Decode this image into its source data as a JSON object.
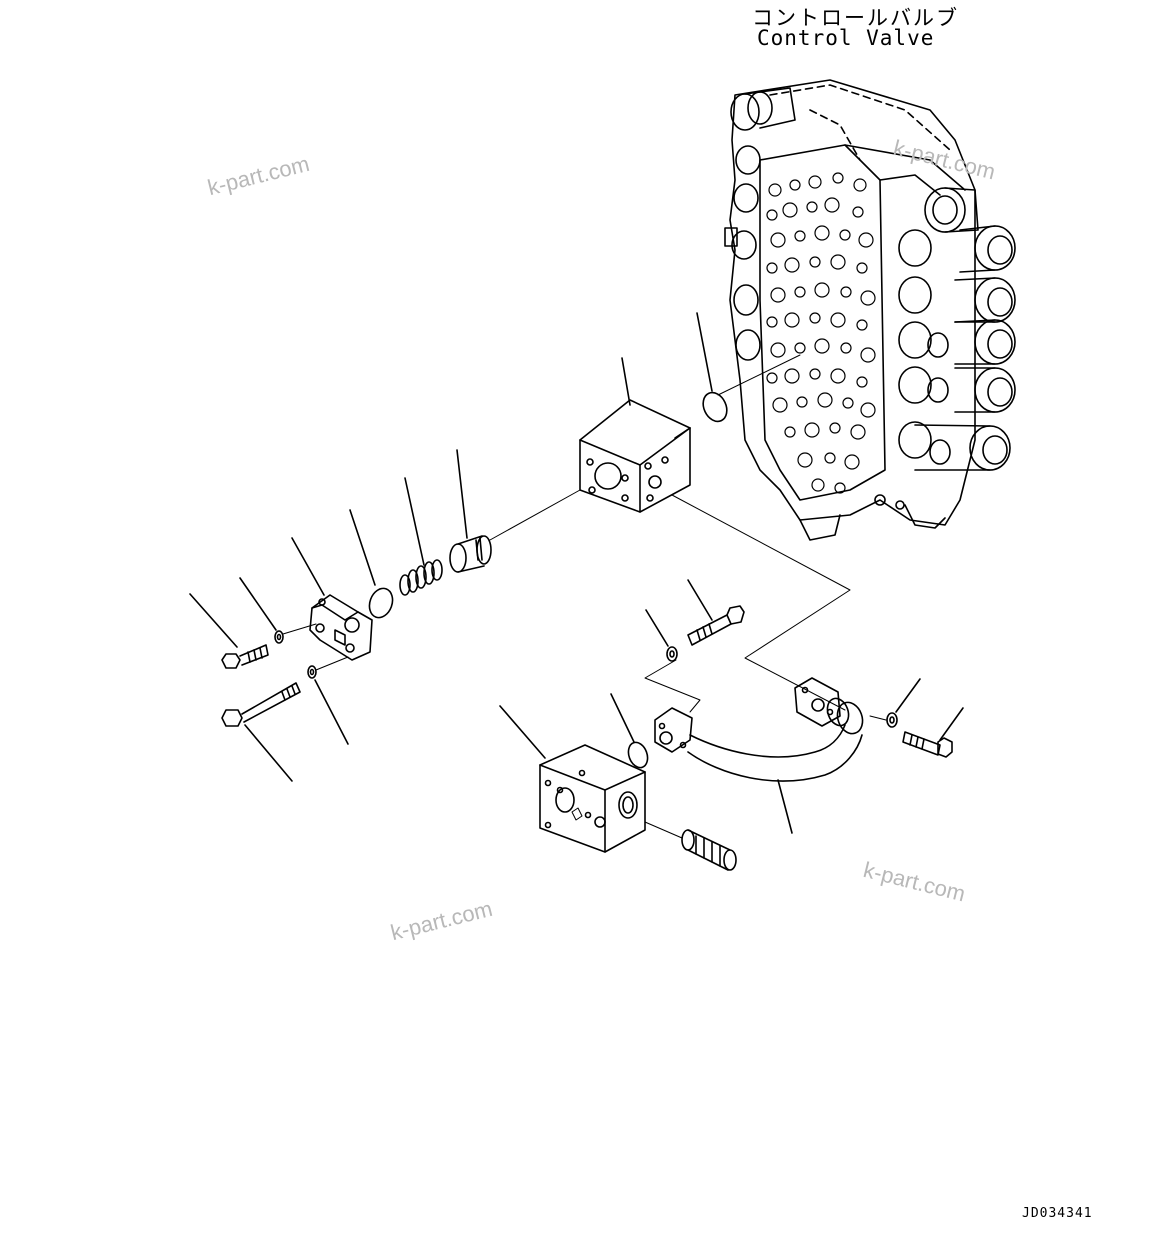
{
  "title": {
    "japanese": "コントロールバルブ",
    "english": "Control Valve"
  },
  "watermarks": [
    "k-part.com",
    "k-part.com",
    "k-part.com",
    "k-part.com"
  ],
  "diagram_code": "JD034341"
}
